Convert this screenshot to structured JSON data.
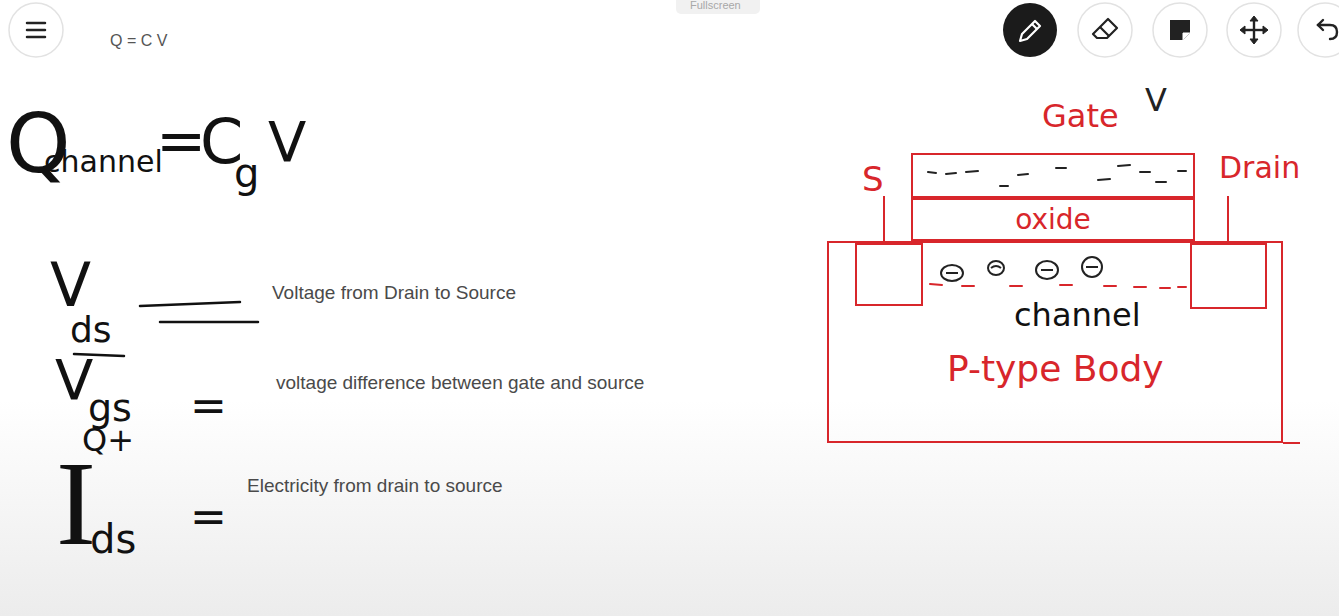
{
  "diagram": {
    "nodes": [
      {
        "text": [
          "channel",
          "P-type Body"
        ]
      },
      {
        "text": [
          "S"
        ],
        "in": 0
      },
      {
        "text": [
          "Drain"
        ],
        "in": 0
      },
      {
        "text": [
          "Gate"
        ]
      },
      {
        "text": [
          "oxide"
        ]
      }
    ],
    "labels": [
      "Fullscreen",
      "Q = C V",
      "Q",
      "channel",
      "=",
      "C",
      "g",
      "V",
      "V",
      "ds",
      "Voltage from Drain to Source",
      "V",
      "gs",
      "=",
      "voltage difference between gate and source",
      "Q+",
      "I",
      "ds",
      "=",
      "Electricity from drain to source",
      "V"
    ]
  }
}
